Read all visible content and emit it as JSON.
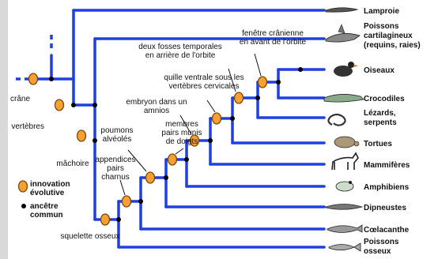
{
  "colors": {
    "branch": "#1f3fe0",
    "innovation": "#f5a030",
    "innovation_border": "#7a4a10",
    "node": "#000000",
    "frame": "#d9d9d9"
  },
  "taxa": [
    {
      "name": "Lamproie",
      "lines": [
        "Lamproie"
      ],
      "icon": "lamprey-icon"
    },
    {
      "name": "Poissons cartilagineux",
      "lines": [
        "Poissons",
        "cartilagineux",
        "(requins, raies)"
      ],
      "icon": "shark-icon"
    },
    {
      "name": "Oiseaux",
      "lines": [
        "Oiseaux"
      ],
      "icon": "bird-icon"
    },
    {
      "name": "Crocodiles",
      "lines": [
        "Crocodiles"
      ],
      "icon": "crocodile-icon"
    },
    {
      "name": "Lézards",
      "lines": [
        "Lézards,",
        "serpents"
      ],
      "icon": "snake-icon"
    },
    {
      "name": "Tortues",
      "lines": [
        "Tortues"
      ],
      "icon": "tortoise-icon"
    },
    {
      "name": "Mammifères",
      "lines": [
        "Mammifères"
      ],
      "icon": "horse-icon"
    },
    {
      "name": "Amphibiens",
      "lines": [
        "Amphibiens"
      ],
      "icon": "frog-icon"
    },
    {
      "name": "Dipneustes",
      "lines": [
        "Dipneustes"
      ],
      "icon": "lungfish-icon"
    },
    {
      "name": "Cœlacanthe",
      "lines": [
        "Cœlacanthe"
      ],
      "icon": "coelacanth-icon"
    },
    {
      "name": "Poissons osseux",
      "lines": [
        "Poissons",
        "osseux"
      ],
      "icon": "bony-fish-icon"
    }
  ],
  "innovations": [
    {
      "id": "crane",
      "lines": [
        "crâne"
      ]
    },
    {
      "id": "vertebres",
      "lines": [
        "vertèbres"
      ]
    },
    {
      "id": "machoire",
      "lines": [
        "mâchoire"
      ]
    },
    {
      "id": "squelette",
      "lines": [
        "squelette osseux"
      ]
    },
    {
      "id": "appendices",
      "lines": [
        "appendices",
        "pairs",
        "charnus"
      ]
    },
    {
      "id": "poumons",
      "lines": [
        "poumons",
        "alvéolés"
      ]
    },
    {
      "id": "membres",
      "lines": [
        "membres",
        "pairs munis",
        "de doigts"
      ]
    },
    {
      "id": "amnios",
      "lines": [
        "embryon dans un",
        "amnios"
      ]
    },
    {
      "id": "quille",
      "lines": [
        "quille ventrale sous les",
        "vertèbres cervicales"
      ]
    },
    {
      "id": "fosses",
      "lines": [
        "deux fosses temporales",
        "en arrière de l'orbite"
      ]
    },
    {
      "id": "fenetre",
      "lines": [
        "fenêtre crânienne",
        "en avant de l'orbite"
      ]
    }
  ],
  "legend": {
    "innovation": [
      "innovation",
      "évolutive"
    ],
    "ancestor": [
      "ancêtre",
      "commun"
    ]
  }
}
